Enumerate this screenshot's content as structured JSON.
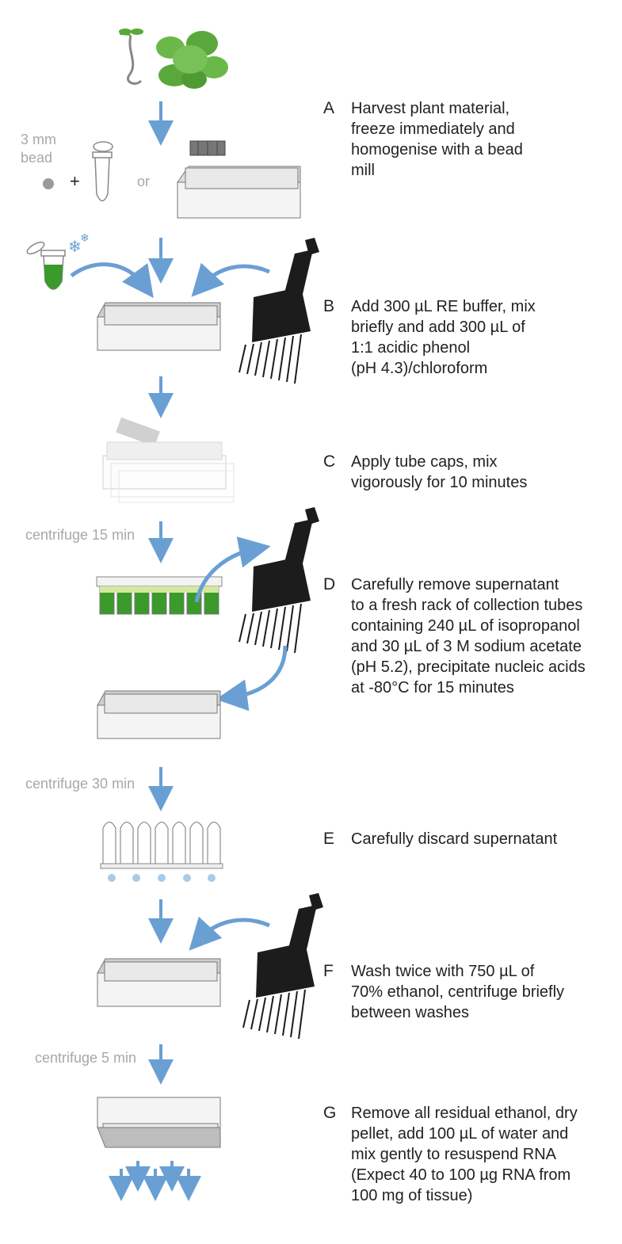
{
  "steps": [
    {
      "letter": "A",
      "text": "Harvest plant material,\nfreeze immediately and\nhomogenise with a bead\nmill"
    },
    {
      "letter": "B",
      "text": "Add 300 µL RE buffer, mix\nbriefly and add 300 µL of\n1:1 acidic phenol\n(pH 4.3)/chloroform"
    },
    {
      "letter": "C",
      "text": "Apply tube caps, mix\nvigorously for 10 minutes"
    },
    {
      "letter": "D",
      "text": "Carefully remove supernatant\nto a fresh rack of collection tubes\ncontaining 240 µL of isopropanol\nand 30 µL of 3 M sodium acetate\n(pH 5.2), precipitate nucleic acids\nat -80°C for 15 minutes"
    },
    {
      "letter": "E",
      "text": "Carefully discard supernatant"
    },
    {
      "letter": "F",
      "text": "Wash twice with 750 µL of\n70% ethanol, centrifuge briefly\nbetween washes"
    },
    {
      "letter": "G",
      "text": "Remove all residual ethanol, dry\npellet, add 100 µL of water and\nmix gently to resuspend RNA\n(Expect 40 to 100 µg RNA from\n100 mg of tissue)"
    }
  ],
  "labels": {
    "bead_line1": "3 mm",
    "bead_line2": "bead",
    "plus": "+",
    "or": "or",
    "centrifuge_15": "centrifuge 15 min",
    "centrifuge_30": "centrifuge 30 min",
    "centrifuge_5": "centrifuge 5 min"
  },
  "colors": {
    "arrow": "#6a9fd4",
    "pipette": "#1c1c1c",
    "plant": "#5aa83c",
    "green_tube": "#3a9a2a",
    "rack_gray": "#c9c9c9",
    "label_gray": "#a8a8a8"
  }
}
